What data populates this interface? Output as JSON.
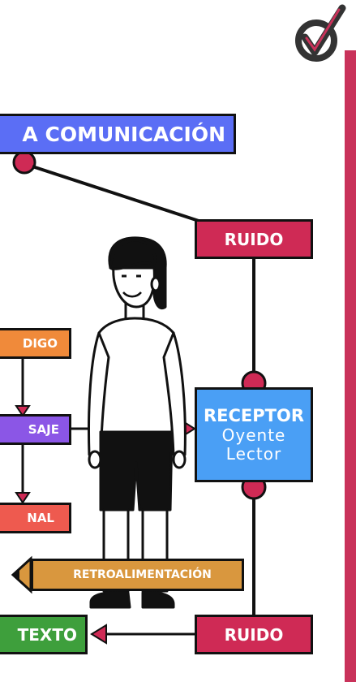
{
  "title": "A COMUNICACIÓN",
  "nodes": {
    "ruido_top": "RUIDO",
    "ruido_bottom": "RUIDO",
    "receptor_title": "RECEPTOR",
    "receptor_line1": "Oyente",
    "receptor_line2": "Lector",
    "codigo": "DIGO",
    "mensaje": "SAJE",
    "canal": "NAL",
    "retroalimentacion": "RETROALIMENTACIÓN",
    "contexto": "TEXTO"
  },
  "colors": {
    "title": "#5b6ef5",
    "ruido": "#cf2a55",
    "receptor": "#4a9ff5",
    "codigo": "#f08a3a",
    "mensaje": "#8b56e6",
    "canal": "#ee5a4f",
    "retroalimentacion": "#d9973e",
    "contexto": "#3e9f3c",
    "accent_bar": "#c9325a"
  }
}
